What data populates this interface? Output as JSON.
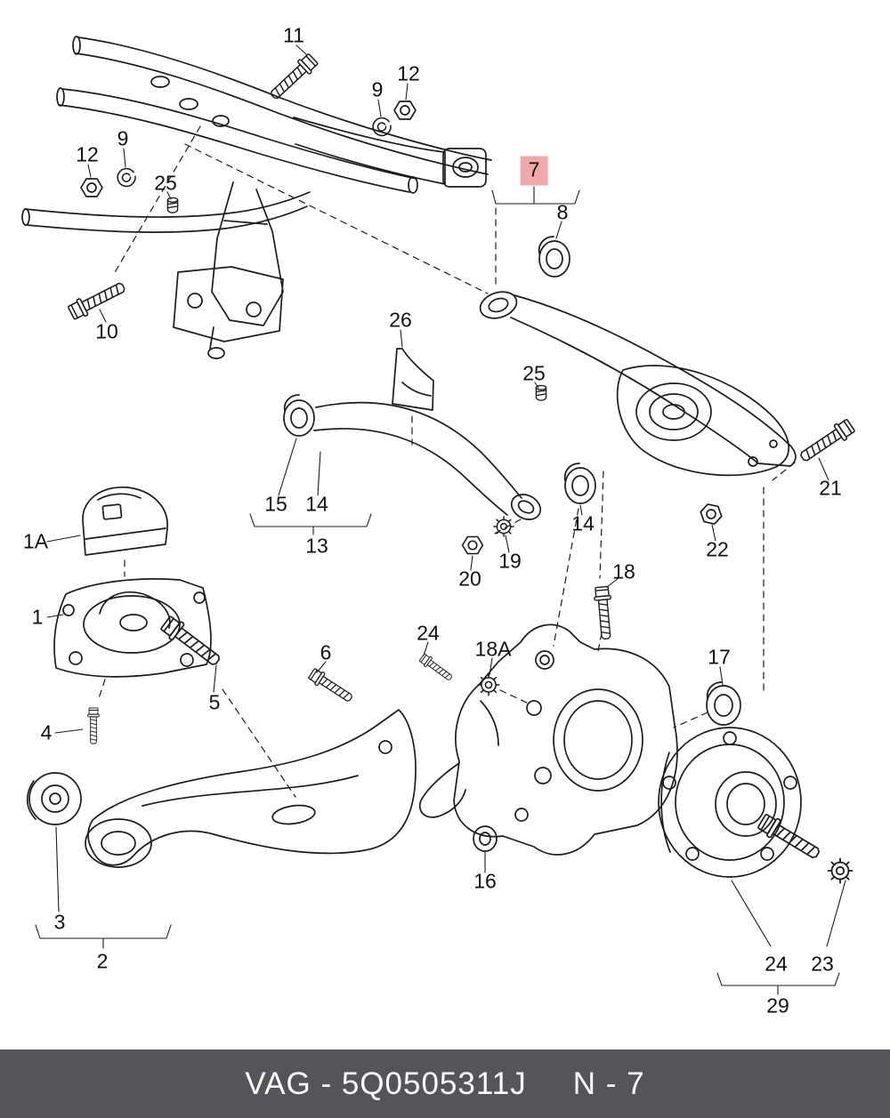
{
  "footer": {
    "part_code": "VAG - 5Q0505311J",
    "page_ref": "N - 7"
  },
  "colors": {
    "highlight": "#f0a9a9",
    "footer_bg": "#54555a",
    "line": "#1c1c1c"
  },
  "labels": {
    "p11": "11",
    "p9a": "9",
    "p12a": "12",
    "p9b": "9",
    "p12b": "12",
    "p25a": "25",
    "p7": "7",
    "p8": "8",
    "p10": "10",
    "p26": "26",
    "p25b": "25",
    "p21": "21",
    "p15": "15",
    "p14a": "14",
    "p13": "13",
    "p22": "22",
    "p1A": "1A",
    "p14b": "14",
    "p19": "19",
    "p20": "20",
    "p18": "18",
    "p1": "1",
    "p24a": "24",
    "p18A": "18A",
    "p17": "17",
    "p6": "6",
    "p5": "5",
    "p4": "4",
    "p16": "16",
    "p3": "3",
    "p2": "2",
    "p24b": "24",
    "p23": "23",
    "p29": "29"
  }
}
